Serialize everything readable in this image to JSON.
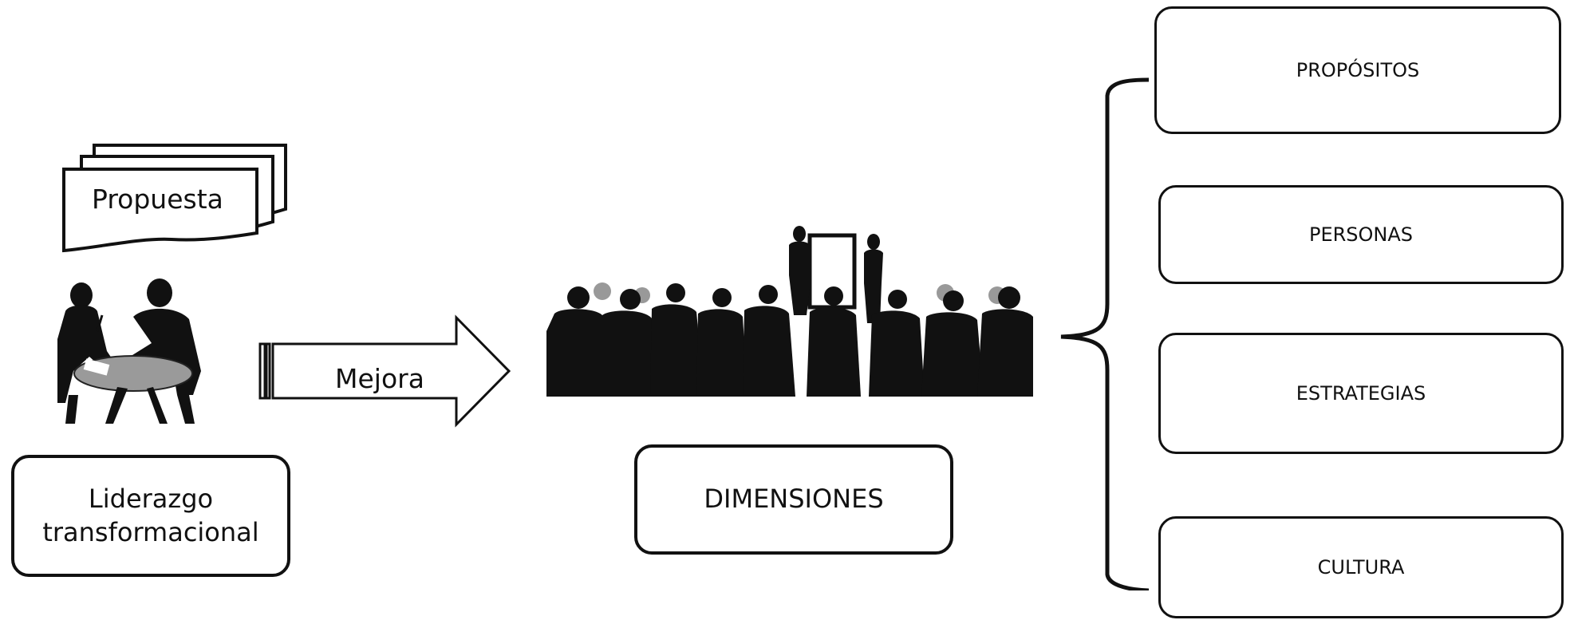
{
  "left": {
    "document_label": "Propuesta",
    "leader_box": "Liderazgo\ntransformacional"
  },
  "arrow": {
    "label": "Mejora"
  },
  "center": {
    "box": "DIMENSIONES"
  },
  "dimensions": [
    {
      "label": "PROPÓSITOS"
    },
    {
      "label": "PERSONAS"
    },
    {
      "label": "ESTRATEGIAS"
    },
    {
      "label": "CULTURA"
    }
  ]
}
